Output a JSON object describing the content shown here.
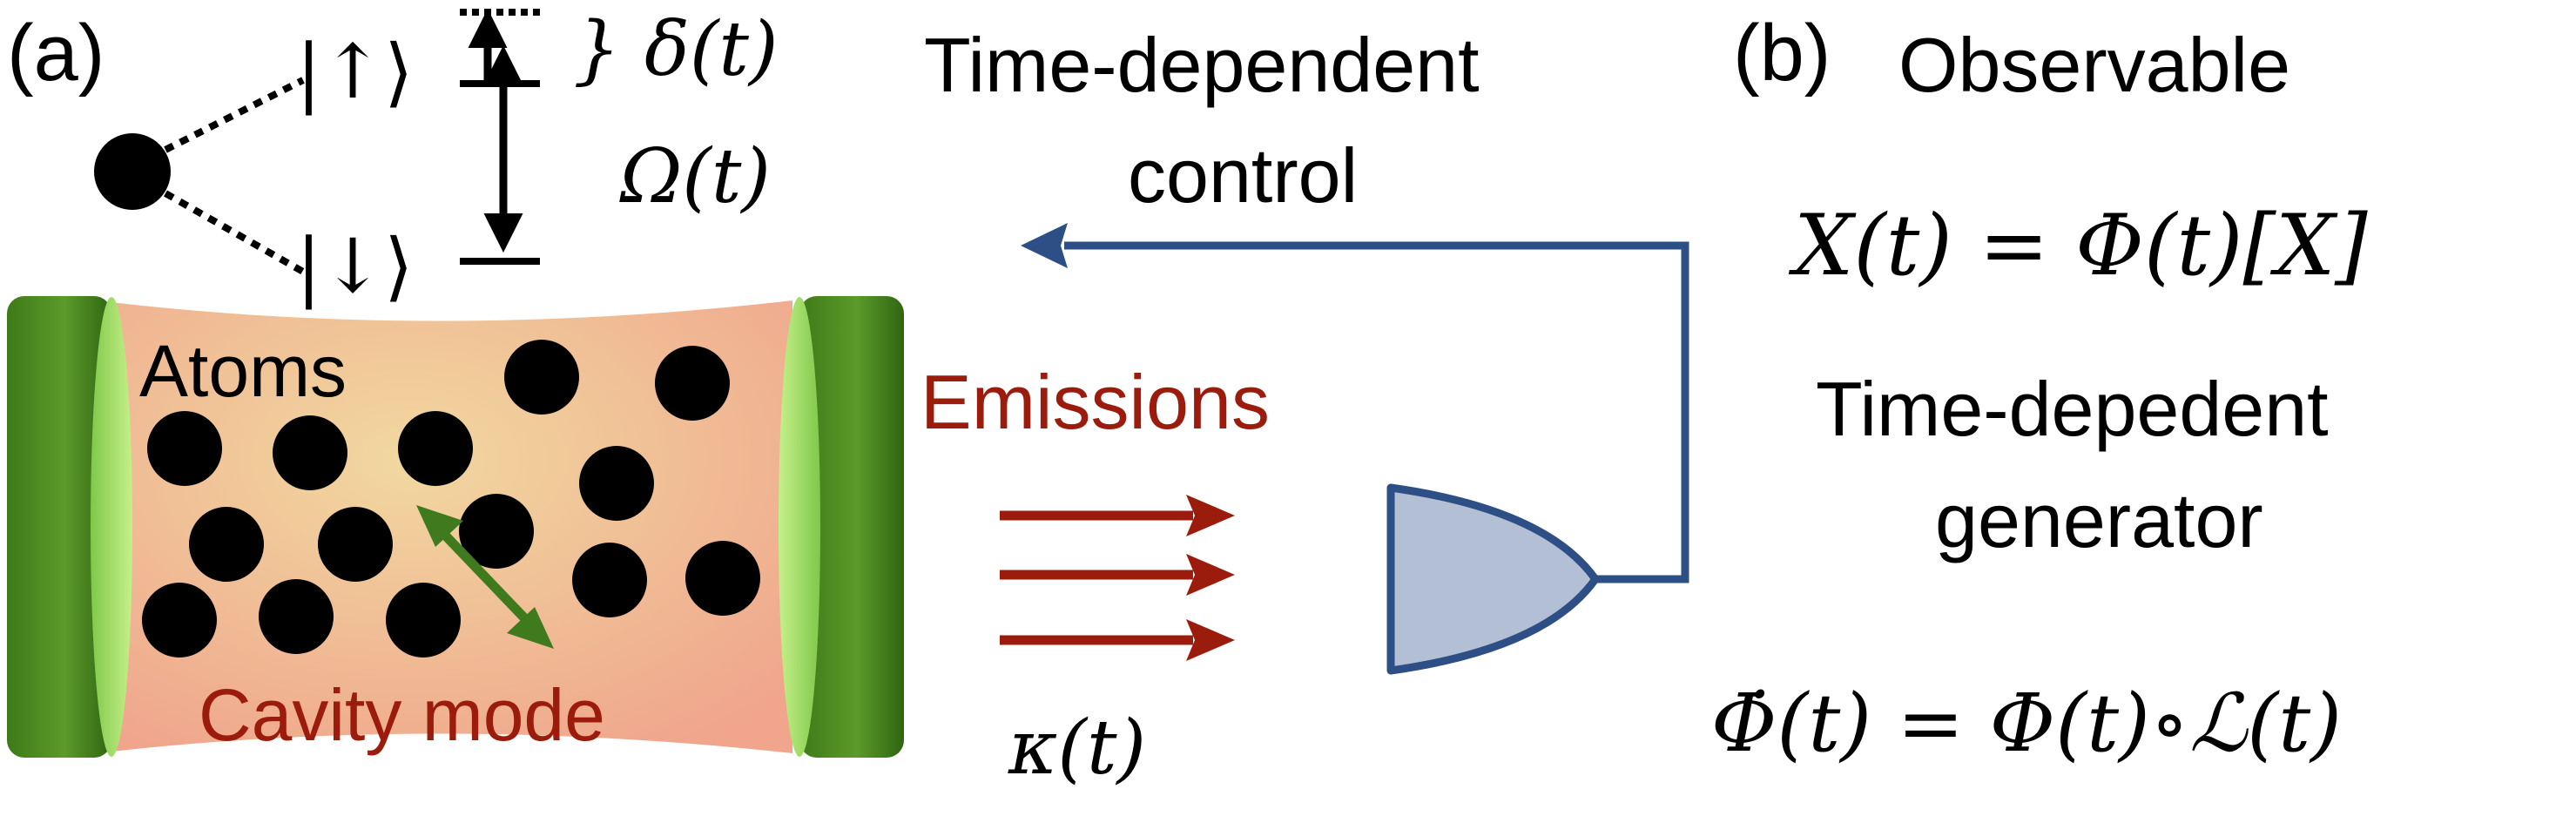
{
  "panel_a": {
    "label": "(a)",
    "state_up": "|↑⟩",
    "state_down": "|↓⟩",
    "detuning_symbol": "} δ(t)",
    "rabi_symbol": "Ω(t)",
    "atoms_label": "Atoms",
    "cavity_mode_label": "Cavity mode",
    "emissions_label": "Emissions",
    "decay_symbol": "κ(t)",
    "control_label_line1": "Time-dependent",
    "control_label_line2": "control"
  },
  "panel_b": {
    "label": "(b)",
    "observable_title": "Observable",
    "observable_equation": "X(t) = Φ(t)[X]",
    "generator_title_line1": "Time-depedent",
    "generator_title_line2": "generator",
    "generator_equation": "Φ̇(t) = Φ(t)∘ℒ(t)"
  },
  "colors": {
    "cavity_fill": "#f4b090",
    "cavity_center": "#f1d8a0",
    "mirror_green": "#4d8a1f",
    "mirror_light": "#a7e36a",
    "emission_red": "#9b1c0c",
    "control_blue": "#2d4f86",
    "detector_fill": "#b3bfd4",
    "coupling_green": "#3f7a1e",
    "atom_black": "#000000"
  }
}
